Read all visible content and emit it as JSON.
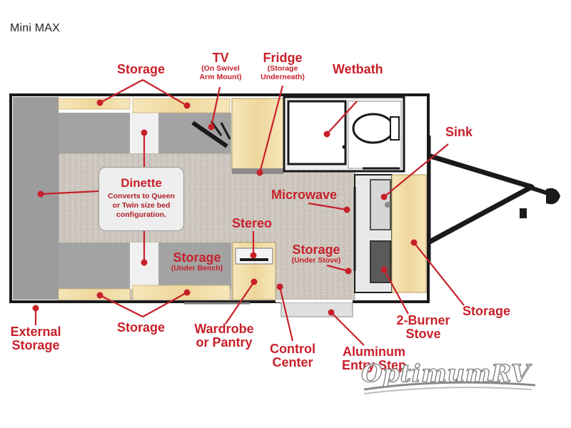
{
  "title": "Mini MAX",
  "labels": {
    "storage_top": "Storage",
    "tv": "TV",
    "tv_sub": "(On Swivel\nArm Mount)",
    "fridge": "Fridge",
    "fridge_sub": "(Storage\nUnderneath)",
    "wetbath": "Wetbath",
    "sink": "Sink",
    "dinette": "Dinette",
    "dinette_desc": "Converts to Queen\nor Twin size bed\nconfiguration.",
    "microwave": "Microwave",
    "stereo": "Stereo",
    "storage_bench": "Storage",
    "storage_bench_sub": "(Under Bench)",
    "storage_stove": "Storage",
    "storage_stove_sub": "(Under Stove)",
    "external_storage": "External\nStorage",
    "storage_bottom": "Storage",
    "wardrobe": "Wardrobe\nor Pantry",
    "control_center": "Control\nCenter",
    "aluminum_step": "Aluminum\nEntry Step",
    "burner_stove": "2-Burner\nStove",
    "storage_right": "Storage"
  },
  "watermark": "OptimumRV",
  "colors": {
    "label_red": "#c8202a",
    "wall": "#1a1a1a",
    "cabinet": "#f3dfa8",
    "floor": "#c9c3bb",
    "cushion": "#9a9a9a"
  }
}
